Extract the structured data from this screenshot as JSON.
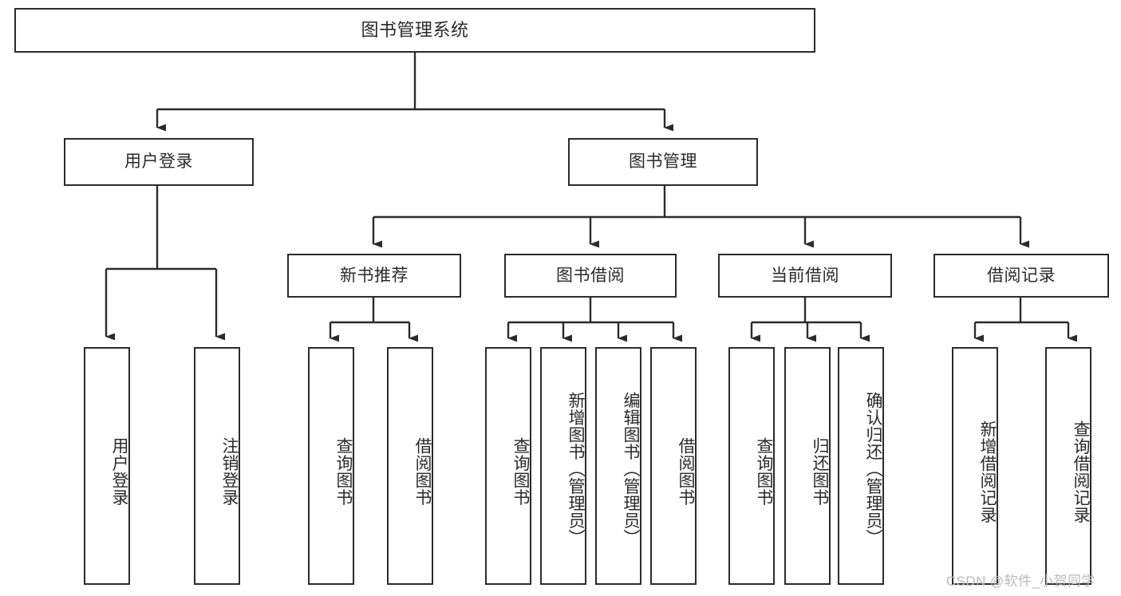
{
  "diagram": {
    "title": "图书管理系统",
    "watermark": "CSDN @软件_小贺同学",
    "line_color": "#2b2b2b",
    "box_fill": "#ffffff",
    "text_color": "#2a2a2a",
    "watermark_color": "#b9b9b9"
  },
  "nodes": {
    "root": {
      "label": "图书管理系统"
    },
    "level2": [
      {
        "label": "用户登录"
      },
      {
        "label": "图书管理"
      }
    ],
    "level3": [
      {
        "label": "新书推荐"
      },
      {
        "label": "图书借阅"
      },
      {
        "label": "当前借阅"
      },
      {
        "label": "借阅记录"
      }
    ],
    "leaves_user_login": [
      {
        "label": "用户登录"
      },
      {
        "label": "注销登录"
      }
    ],
    "leaves_new_book": [
      {
        "label": "查询图书"
      },
      {
        "label": "借阅图书"
      }
    ],
    "leaves_borrow": [
      {
        "label": "查询图书"
      },
      {
        "label": "新增图书（管理员）"
      },
      {
        "label": "编辑图书（管理员）"
      },
      {
        "label": "借阅图书"
      }
    ],
    "leaves_current": [
      {
        "label": "查询图书"
      },
      {
        "label": "归还图书"
      },
      {
        "label": "确认归还（管理员）"
      }
    ],
    "leaves_record": [
      {
        "label": "新增借阅记录"
      },
      {
        "label": "查询借阅记录"
      }
    ]
  }
}
